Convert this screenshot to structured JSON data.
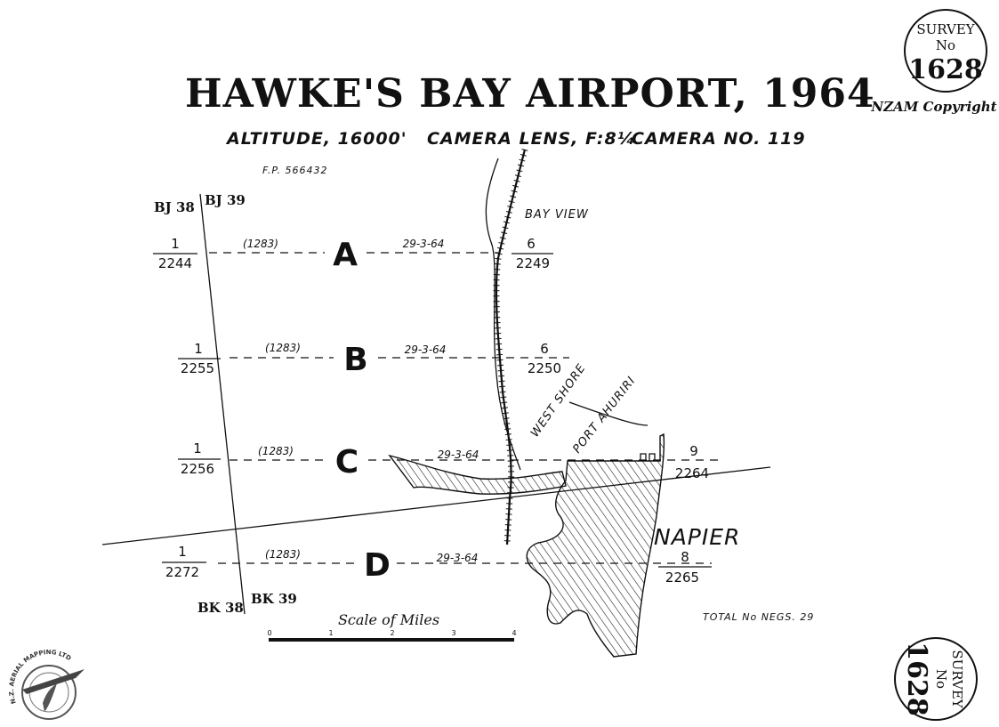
{
  "title": "HAWKE'S BAY AIRPORT, 1964",
  "subtitle": {
    "altitude": "ALTITUDE, 16000'",
    "lens": "CAMERA LENS, F:8¼",
    "camera": "CAMERA NO. 119"
  },
  "fp_number": "F.P. 566432",
  "copyright": "NZAM Copyright",
  "stamp": {
    "label": "SURVEY",
    "no": "No",
    "number": "1628"
  },
  "sheets": {
    "top_left": "BJ 38",
    "top_right": "BJ 39",
    "bottom_left": "BK 38",
    "bottom_right": "BK 39"
  },
  "runs": [
    {
      "letter": "A",
      "start_neg": "1",
      "start_photo": "2244",
      "sortie": "(1283)",
      "date": "29-3-64",
      "end_neg": "6",
      "end_photo": "2249"
    },
    {
      "letter": "B",
      "start_neg": "1",
      "start_photo": "2255",
      "sortie": "(1283)",
      "date": "29-3-64",
      "end_neg": "6",
      "end_photo": "2250"
    },
    {
      "letter": "C",
      "start_neg": "1",
      "start_photo": "2256",
      "sortie": "(1283)",
      "date": "29-3-64",
      "end_neg": "9",
      "end_photo": "2264"
    },
    {
      "letter": "D",
      "start_neg": "1",
      "start_photo": "2272",
      "sortie": "(1283)",
      "date": "29-3-64",
      "end_neg": "8",
      "end_photo": "2265"
    }
  ],
  "places": {
    "bay_view": "BAY VIEW",
    "west_shore": "WEST SHORE",
    "port_ahuriri": "PORT AHURIRI",
    "napier": "NAPIER"
  },
  "scale": {
    "title": "Scale of Miles",
    "ticks": [
      "0",
      "1",
      "2",
      "3",
      "4"
    ]
  },
  "total_negs": "TOTAL No NEGS. 29",
  "logo": {
    "text": "N.Z. AERIAL MAPPING LTD"
  }
}
